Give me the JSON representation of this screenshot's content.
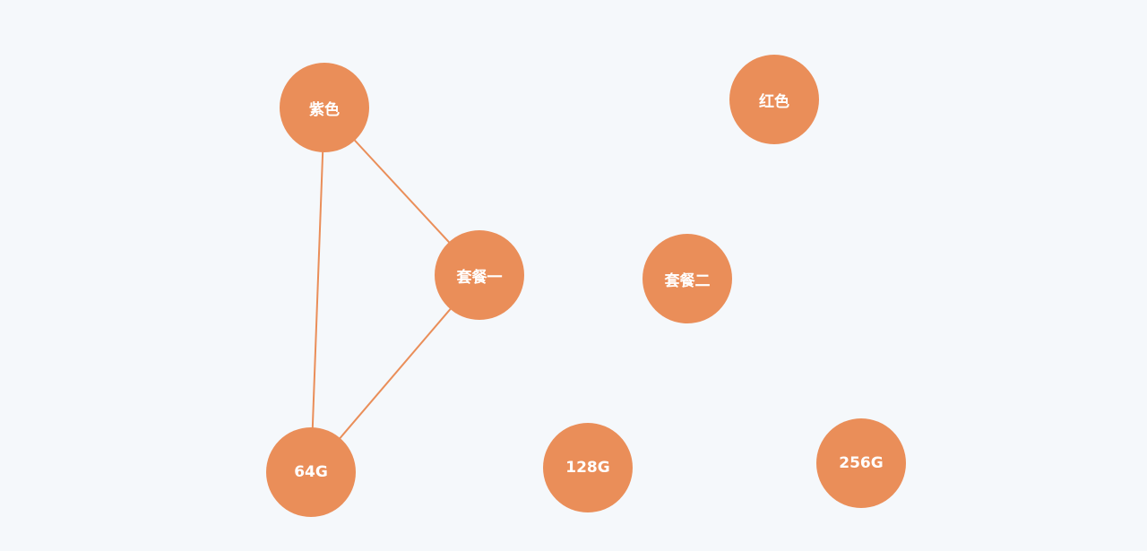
{
  "colors": {
    "background": "#f5f8fb",
    "node_fill": "#ea8e59",
    "edge_stroke": "#ea8e59",
    "label_text": "#ffffff"
  },
  "nodes": [
    {
      "id": "purple",
      "label": "紫色"
    },
    {
      "id": "red",
      "label": "红色"
    },
    {
      "id": "plan1",
      "label": "套餐一"
    },
    {
      "id": "plan2",
      "label": "套餐二"
    },
    {
      "id": "g64",
      "label": "64G"
    },
    {
      "id": "g128",
      "label": "128G"
    },
    {
      "id": "g256",
      "label": "256G"
    }
  ],
  "edges": [
    {
      "from": "purple",
      "to": "plan1"
    },
    {
      "from": "purple",
      "to": "g64"
    },
    {
      "from": "plan1",
      "to": "g64"
    }
  ]
}
